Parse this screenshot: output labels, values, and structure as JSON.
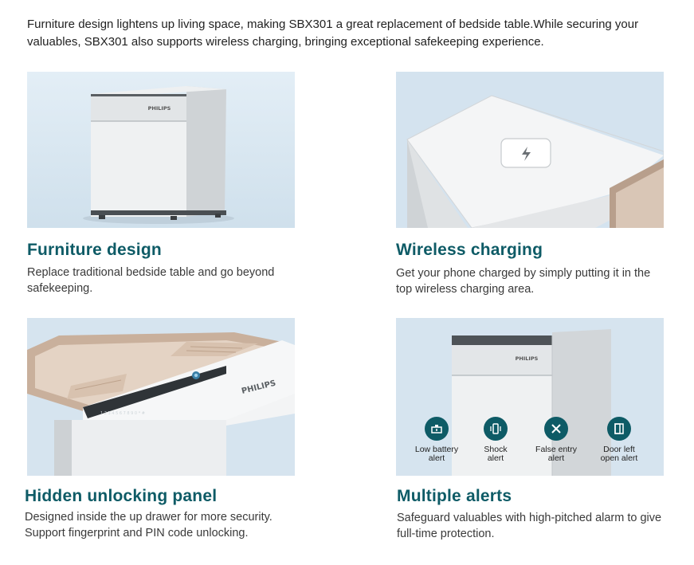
{
  "intro": "Furniture design lightens up living space, making SBX301 a great replacement of bedside table.While securing your valuables, SBX301 also supports wireless charging, bringing exceptional safekeeping experience.",
  "brand": "PHILIPS",
  "colors": {
    "accent": "#0e5b66",
    "panel_bg": "#dbe8f2"
  },
  "features": [
    {
      "title": "Furniture design",
      "description": "Replace traditional bedside table and go beyond safekeeping."
    },
    {
      "title": "Wireless charging",
      "description": "Get your phone charged by simply putting it in the top wireless charging area."
    },
    {
      "title": "Hidden unlocking panel",
      "description": "Designed inside the up drawer for more security. Support fingerprint and PIN code unlocking."
    },
    {
      "title": "Multiple alerts",
      "description": "Safeguard valuables with high-pitched alarm to give full-time protection."
    }
  ],
  "alerts": [
    {
      "line1": "Low battery",
      "line2": "alert",
      "icon": "low-battery-icon"
    },
    {
      "line1": "Shock",
      "line2": "alert",
      "icon": "shock-icon"
    },
    {
      "line1": "False entry",
      "line2": "alert",
      "icon": "close-icon"
    },
    {
      "line1": "Door left",
      "line2": "open alert",
      "icon": "door-icon"
    }
  ],
  "keypad": [
    "1",
    "2",
    "3",
    "4",
    "5",
    "6",
    "7",
    "8",
    "9",
    "0",
    "*",
    "#"
  ]
}
